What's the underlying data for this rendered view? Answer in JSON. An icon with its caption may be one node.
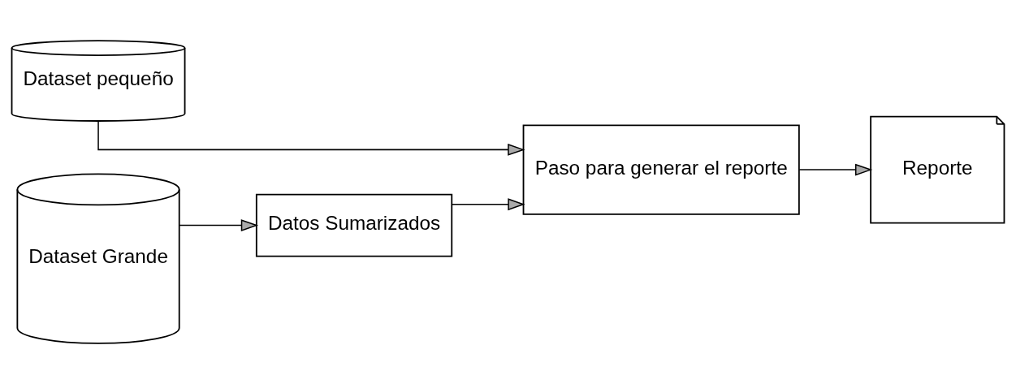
{
  "diagram": {
    "nodes": [
      {
        "text": [
          "Dataset pequeño"
        ]
      },
      {
        "text": [
          "Dataset Grande"
        ]
      },
      {
        "text": [
          "Datos Sumarizados"
        ]
      },
      {
        "text": [
          "Paso para generar el reporte"
        ]
      },
      {
        "text": [
          "Reporte"
        ]
      }
    ],
    "edges": [
      {
        "from": 0,
        "to": 3,
        "arrow": "to"
      },
      {
        "from": 1,
        "to": 2,
        "arrow": "to"
      },
      {
        "from": 2,
        "to": 3,
        "arrow": "to"
      },
      {
        "from": 3,
        "to": 4,
        "arrow": "to"
      }
    ]
  }
}
